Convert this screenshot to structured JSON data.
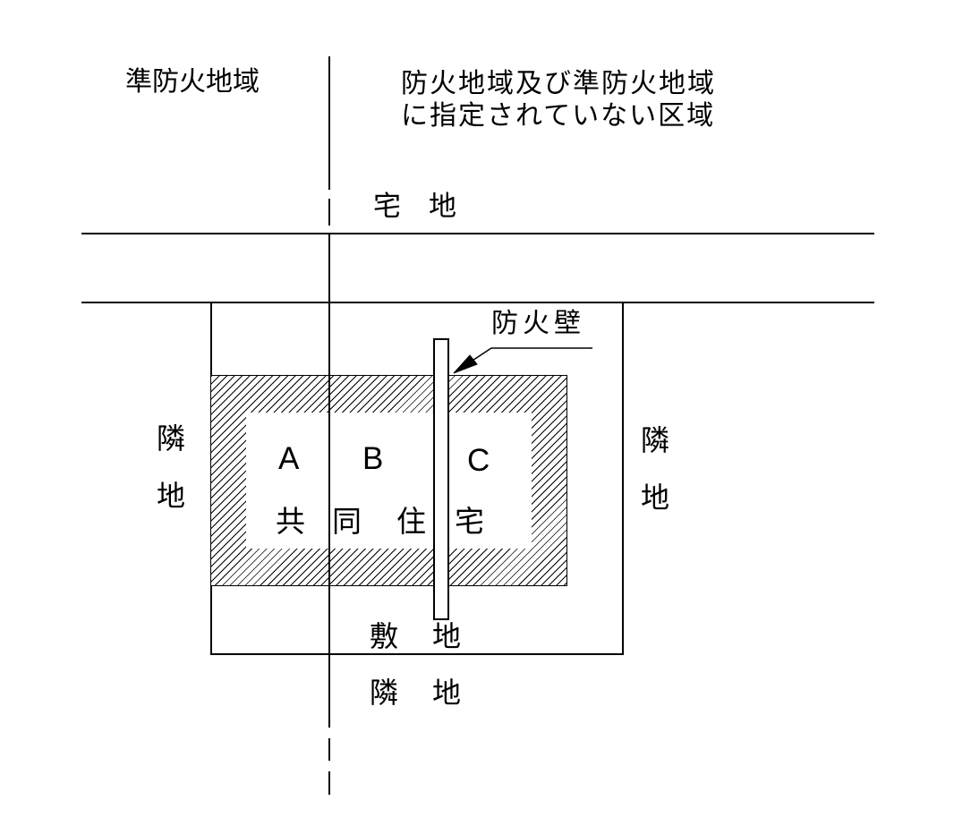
{
  "diagram": {
    "zones": {
      "left_zone": "準防火地域",
      "right_zone_line1": "防火地域及び準防火地域",
      "right_zone_line2": "に指定されていない区域"
    },
    "labels": {
      "residential_land": "宅　地",
      "firewall": "防火壁",
      "neighbor_left": "隣\n地",
      "neighbor_right": "隣\n地",
      "site": "敷　地",
      "neighbor_bottom": "隣　地"
    },
    "building": {
      "unit_a": "A",
      "unit_b": "B",
      "unit_c": "C",
      "type_char_1": "共",
      "type_char_2": "同",
      "type_char_3": "住",
      "type_char_4": "宅"
    },
    "colors": {
      "line": "#000000",
      "background": "#ffffff",
      "hatch": "#000000"
    }
  }
}
